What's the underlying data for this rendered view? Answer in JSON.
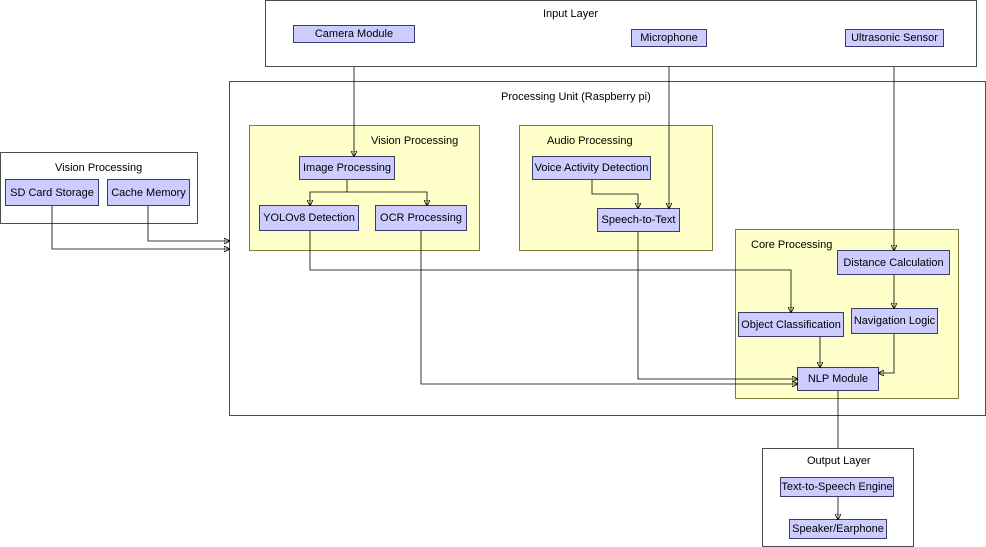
{
  "input_layer": {
    "title": "Input Layer",
    "camera": "Camera Module",
    "microphone": "Microphone",
    "ultrasonic": "Ultrasonic Sensor"
  },
  "processing_unit": {
    "title": "Processing Unit (Raspberry pi)"
  },
  "storage_group": {
    "title": "Vision Processing",
    "sd_card": "SD Card Storage",
    "cache": "Cache Memory"
  },
  "vision_processing": {
    "title": "Vision Processing",
    "image_processing": "Image Processing",
    "yolo": "YOLOv8 Detection",
    "ocr": "OCR Processing"
  },
  "audio_processing": {
    "title": "Audio Processing",
    "vad": "Voice Activity Detection",
    "stt": "Speech-to-Text"
  },
  "core_processing": {
    "title": "Core Processing",
    "distance": "Distance Calculation",
    "object_classification": "Object Classification",
    "navigation": "Navigation Logic",
    "nlp": "NLP Module"
  },
  "output_layer": {
    "title": "Output Layer",
    "tts": "Text-to-Speech Engine",
    "speaker": "Speaker/Earphone"
  },
  "colors": {
    "node_fill": "#ccccff",
    "group_fill": "#ffffc9",
    "container_fill": "#ffffff",
    "edge": "#000000"
  }
}
